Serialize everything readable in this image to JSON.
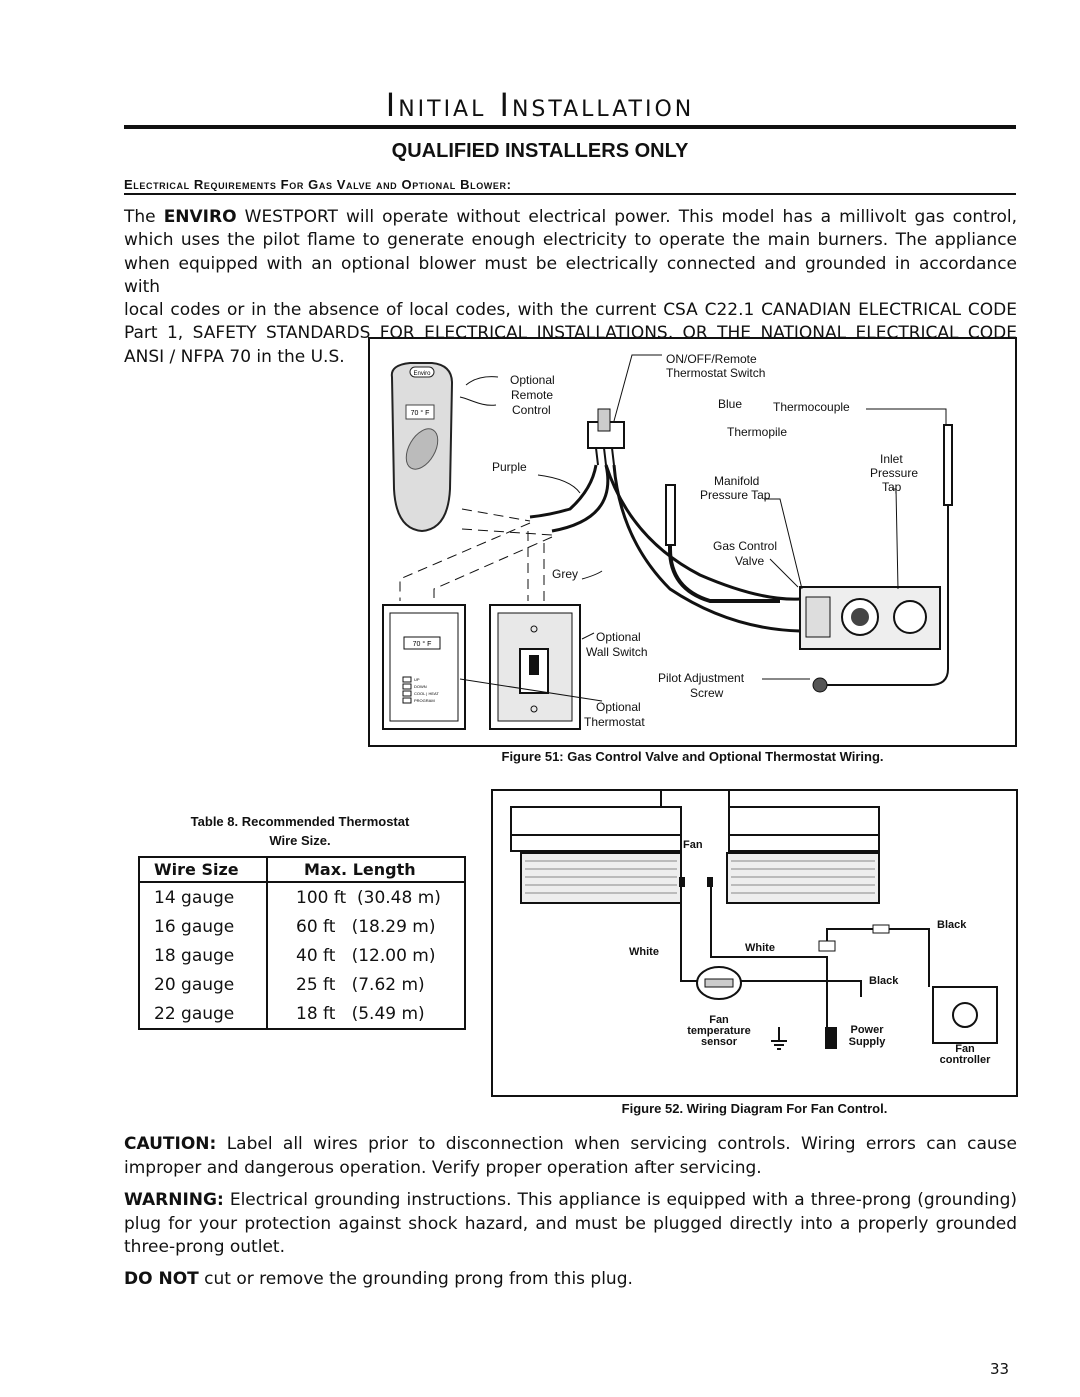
{
  "header": {
    "title": "Initial Installation",
    "subtitle": "QUALIFIED INSTALLERS ONLY",
    "section": "Electrical Requirements For Gas Valve and Optional Blower:"
  },
  "intro": {
    "l1_a": "The ",
    "l1_b": "ENVIRO",
    "l1_c": " WESTPORT will operate without electrical power. This model has a millivolt gas control,",
    "l2": "which uses the pilot flame to generate enough electricity to operate the main burners. The appliance",
    "l3": "when equipped with an optional blower must be electrically connected and grounded in accordance with",
    "l4": "local codes or in the absence of local codes, with the current CSA C22.1 CANADIAN ELECTRICAL CODE",
    "l5": "Part 1, SAFETY STANDARDS FOR ELECTRICAL INSTALLATIONS, OR THE NATIONAL ELECTRICAL CODE",
    "l6": "ANSI / NFPA 70 in the U.S."
  },
  "figure51": {
    "caption": "Figure 51: Gas Control Valve and Optional Thermostat Wiring.",
    "labels": {
      "optional_remote_control": [
        "Optional",
        "Remote",
        "Control"
      ],
      "on_off_remote": [
        "ON/OFF/Remote",
        "Thermostat Switch"
      ],
      "blue": "Blue",
      "thermocouple": "Thermocouple",
      "thermopile": "Thermopile",
      "purple": "Purple",
      "manifold_pressure_tap": [
        "Manifold",
        "Pressure Tap"
      ],
      "inlet_pressure_tap": [
        "Inlet",
        "Pressure",
        "Tap"
      ],
      "gas_control_valve": [
        "Gas Control",
        "Valve"
      ],
      "grey": "Grey",
      "optional_wall_switch": [
        "Optional",
        "Wall Switch"
      ],
      "pilot_adjustment_screw": [
        "Pilot Adjustment",
        "Screw"
      ],
      "optional_thermostat": [
        "Optional",
        "Thermostat"
      ],
      "remote_display": "70 ° F",
      "remote_brand": "Enviro",
      "thermostat_display": "70 ° F",
      "thermostat_buttons": [
        "UP",
        "DOWN",
        "COOL | HEAT",
        "PROGRAM"
      ]
    }
  },
  "table8": {
    "caption_line1": "Table 8.  Recommended Thermostat",
    "caption_line2": "Wire Size.",
    "headers": [
      "Wire Size",
      "Max. Length"
    ],
    "rows": [
      [
        "14 gauge",
        "100 ft  (30.48 m)"
      ],
      [
        "16 gauge",
        "60 ft   (18.29 m)"
      ],
      [
        "18 gauge",
        "40 ft   (12.00 m)"
      ],
      [
        "20 gauge",
        "25 ft   (7.62 m)"
      ],
      [
        "22 gauge",
        "18 ft   (5.49 m)"
      ]
    ]
  },
  "figure52": {
    "caption": "Figure 52.  Wiring Diagram For Fan Control.",
    "labels": {
      "fan": "Fan",
      "black_top": "Black",
      "white_left": "White",
      "white_mid": "White",
      "black_mid": "Black",
      "fan_temp_sensor": [
        "Fan",
        "temperature",
        "sensor"
      ],
      "power_supply": [
        "Power",
        "Supply"
      ],
      "fan_controller": [
        "Fan",
        "controller"
      ]
    }
  },
  "notes": {
    "caution_label": "CAUTION:",
    "caution_text": " Label all wires prior to disconnection when servicing controls. Wiring errors can cause improper and dangerous operation. Verify proper operation after servicing.",
    "warning_label": "WARNING:",
    "warning_text": " Electrical grounding instructions. This appliance is equipped with a three-prong (grounding) plug for your protection against shock hazard, and must be plugged directly into a properly grounded three-prong outlet.",
    "donot_label": "DO NOT",
    "donot_text": " cut or remove the grounding prong from this plug."
  },
  "page_number": "33"
}
